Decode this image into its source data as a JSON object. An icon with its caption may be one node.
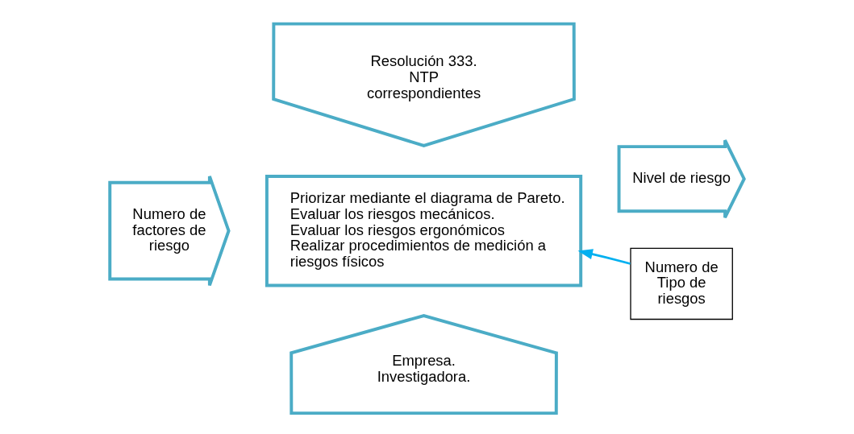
{
  "diagram": {
    "nodes": [
      {
        "text": [
          "Priorizar mediante el diagrama de Pareto.",
          "Evaluar los riesgos mecánicos.",
          "Evaluar los riesgos ergonómicos",
          "Realizar procedimientos de medición a riesgos físicos"
        ]
      },
      {
        "text": [
          "Numero de factores de riesgo"
        ]
      },
      {
        "text": [
          "Resolución 333.",
          "NTP correspondientes"
        ]
      },
      {
        "text": [
          "Nivel de riesgo"
        ]
      },
      {
        "text": [
          "Empresa.",
          "Investigadora."
        ]
      },
      {
        "text": [
          "Numero de Tipo de riesgos"
        ]
      }
    ],
    "edges": [
      {
        "from": 5,
        "to": 0,
        "arrow": "to"
      }
    ]
  }
}
